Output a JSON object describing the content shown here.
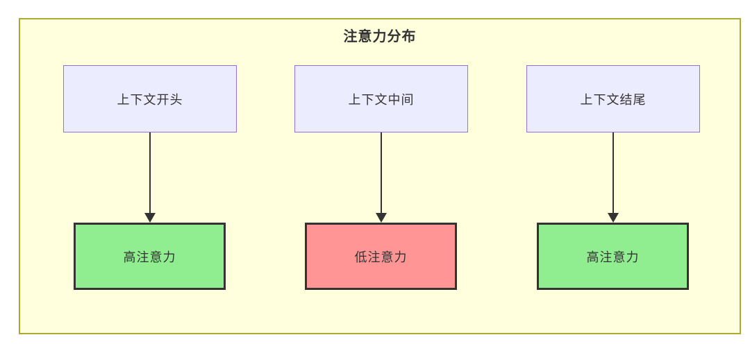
{
  "diagram": {
    "title": "注意力分布",
    "columns": [
      {
        "source": {
          "label": "上下文开头"
        },
        "target": {
          "label": "高注意力",
          "type": "high"
        }
      },
      {
        "source": {
          "label": "上下文中间"
        },
        "target": {
          "label": "低注意力",
          "type": "low"
        }
      },
      {
        "source": {
          "label": "上下文结尾"
        },
        "target": {
          "label": "高注意力",
          "type": "high"
        }
      }
    ],
    "colors": {
      "cluster_fill": "#ffffde",
      "cluster_border": "#aaaa33",
      "source_fill": "#ececff",
      "source_border": "#9370db",
      "high_attention_fill": "#90ee90",
      "low_attention_fill": "#ff9595",
      "result_border": "#333333",
      "arrow": "#333333",
      "text": "#333333"
    }
  }
}
